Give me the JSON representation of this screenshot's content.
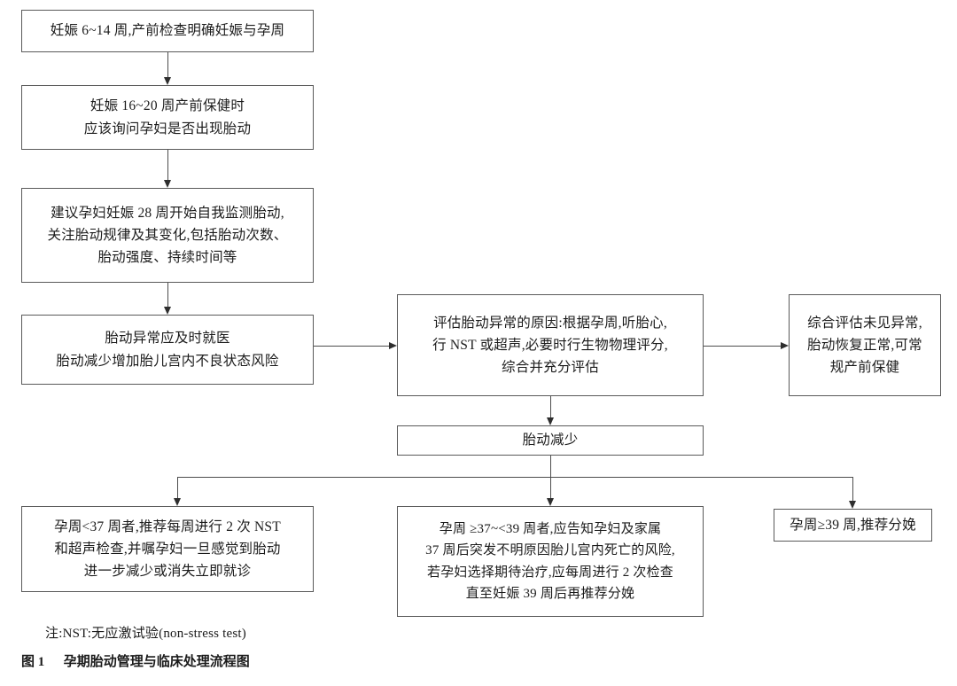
{
  "figure": {
    "note": "注:NST:无应激试验(non-stress test)",
    "caption_label": "图 1",
    "caption_title": "孕期胎动管理与临床处理流程图"
  },
  "nodes": {
    "n1": {
      "name": "early-pregnancy-confirmation",
      "lines": [
        "妊娠 6~14 周,产前检查明确妊娠与孕周"
      ]
    },
    "n2": {
      "name": "ask-about-fetal-movement",
      "lines": [
        "妊娠 16~20 周产前保健时",
        "应该询问孕妇是否出现胎动"
      ]
    },
    "n3": {
      "name": "self-monitoring-advice",
      "lines": [
        "建议孕妇妊娠 28 周开始自我监测胎动,",
        "关注胎动规律及其变化,包括胎动次数、",
        "胎动强度、持续时间等"
      ]
    },
    "n4": {
      "name": "abnormal-movement-seek-care",
      "lines": [
        "胎动异常应及时就医",
        "胎动减少增加胎儿宫内不良状态风险"
      ]
    },
    "n5": {
      "name": "evaluate-cause",
      "lines": [
        "评估胎动异常的原因:根据孕周,听胎心,",
        "行 NST 或超声,必要时行生物物理评分,",
        "综合并充分评估"
      ]
    },
    "n6": {
      "name": "normal-result-routine-care",
      "lines": [
        "综合评估未见异常,",
        "胎动恢复正常,可常",
        "规产前保健"
      ]
    },
    "n7": {
      "name": "reduced-fetal-movement",
      "lines": [
        "胎动减少"
      ]
    },
    "n8": {
      "name": "under-37-weeks-plan",
      "lines": [
        "孕周<37 周者,推荐每周进行 2 次 NST",
        "和超声检查,并嘱孕妇一旦感觉到胎动",
        "进一步减少或消失立即就诊"
      ]
    },
    "n9": {
      "name": "37-to-39-weeks-plan",
      "lines": [
        "孕周 ≥37~<39 周者,应告知孕妇及家属",
        "37 周后突发不明原因胎儿宫内死亡的风险,",
        "若孕妇选择期待治疗,应每周进行 2 次检查",
        "直至妊娠 39 周后再推荐分娩"
      ]
    },
    "n10": {
      "name": "over-39-weeks-delivery",
      "lines": [
        "孕周≥39 周,推荐分娩"
      ]
    }
  },
  "colors": {
    "box_border": "#5a5a5a",
    "connector": "#4d4d4d",
    "arrow": "#2e2e2e",
    "text": "#1b1b1b",
    "background": "#ffffff"
  }
}
